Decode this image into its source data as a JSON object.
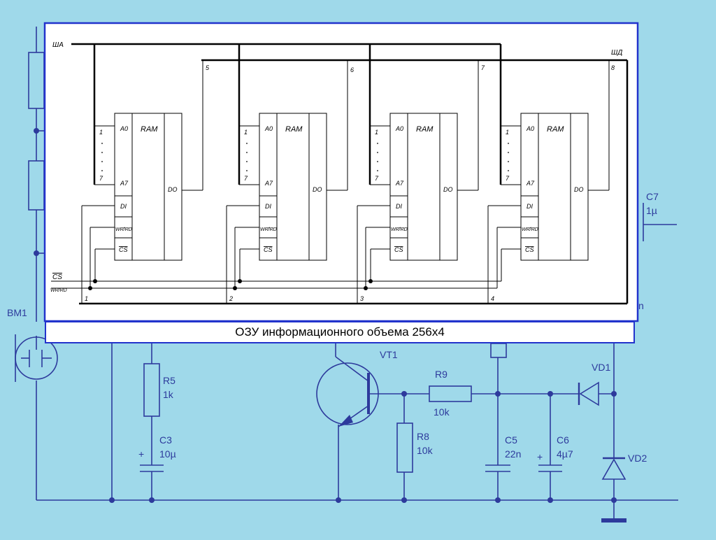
{
  "caption": "ОЗУ информационного объема 256x4",
  "bus": {
    "address": "ША",
    "data": "ШД"
  },
  "signals": {
    "cs": "CS",
    "wr_rd": "WR/RD"
  },
  "chip": {
    "type": "RAM",
    "a0": "A0",
    "a7": "A7",
    "pin_first": "1",
    "pin_last": "7",
    "di": "DI",
    "do": "DO",
    "wr_rd": "WR/RD",
    "cs": "CS"
  },
  "chips": [
    {
      "index": "1",
      "data_line": "5"
    },
    {
      "index": "2",
      "data_line": "6"
    },
    {
      "index": "3",
      "data_line": "7"
    },
    {
      "index": "4",
      "data_line": "8"
    }
  ],
  "components": {
    "bm1": "BM1",
    "r5": "R5",
    "r5_val": "1k",
    "c3": "C3",
    "c3_val": "10µ",
    "vt1": "VT1",
    "r9": "R9",
    "r9_val": "10k",
    "r8": "R8",
    "r8_val": "10k",
    "c5": "C5",
    "c5_val": "22n",
    "c6": "C6",
    "c6_val": "4µ7",
    "vd1": "VD1",
    "vd2": "VD2",
    "c7": "C7",
    "c7_val": "1µ",
    "partial_label": "n",
    "plus": "+"
  },
  "colors": {
    "background": "#9fd9ea",
    "circuit": "#2d3a9c",
    "frame": "#2233cc"
  }
}
